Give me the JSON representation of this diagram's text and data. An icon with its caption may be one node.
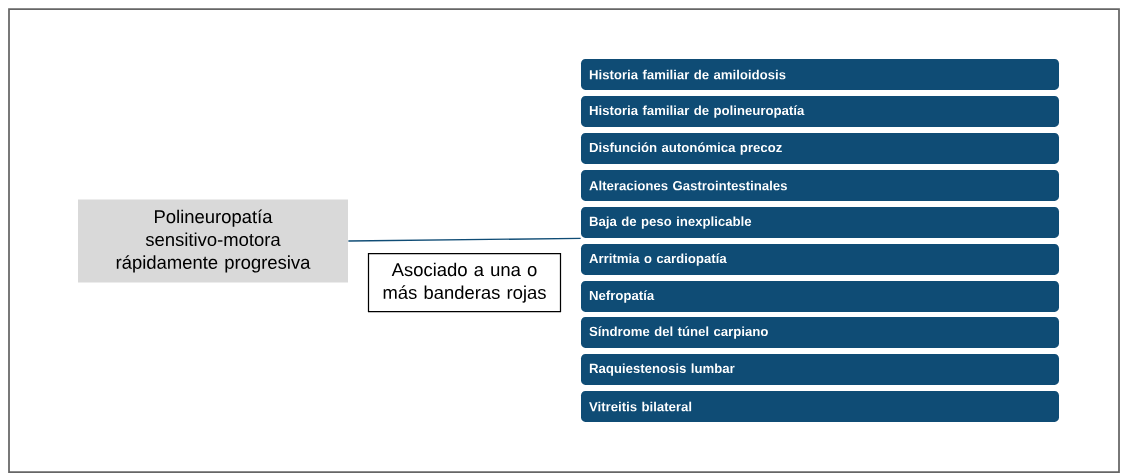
{
  "diagram": {
    "nodes": [
      {
        "text": [
          "Polineuropatía sensitivo-motora rápidamente progresiva"
        ]
      },
      {
        "text": [
          "Historia familiar de amiloidosis"
        ]
      },
      {
        "text": [
          "Historia familiar de polineuropatía"
        ]
      },
      {
        "text": [
          "Disfunción autonómica precoz"
        ]
      },
      {
        "text": [
          "Alteraciones Gastrointestinales"
        ]
      },
      {
        "text": [
          "Baja de peso inexplicable"
        ]
      },
      {
        "text": [
          "Arritmia o cardiopatía"
        ]
      },
      {
        "text": [
          "Nefropatía"
        ]
      },
      {
        "text": [
          "Síndrome del túnel carpiano"
        ]
      },
      {
        "text": [
          "Raquiestenosis lumbar"
        ]
      },
      {
        "text": [
          "Vitreitis bilateral"
        ]
      }
    ],
    "edges": [
      {
        "from": 0,
        "to": 5,
        "arrow": "none",
        "label": "Asociado a una o más banderas rojas"
      }
    ]
  }
}
